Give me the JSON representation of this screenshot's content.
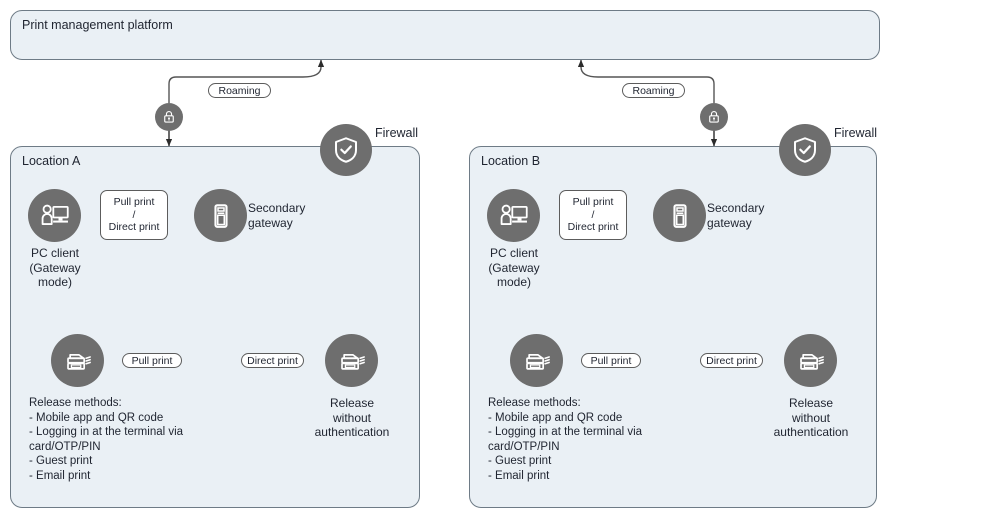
{
  "diagram": {
    "platform": {
      "title": "Print management platform"
    },
    "firewall_label": "Firewall",
    "roaming_label": "Roaming",
    "locations": [
      {
        "id": "a",
        "title": "Location A",
        "pc_client_caption": "PC client\n(Gateway\nmode)",
        "gateway_caption": "Secondary\ngateway",
        "print_mode_box": "Pull print\n/\nDirect print",
        "pull_print_label": "Pull print",
        "direct_print_label": "Direct print",
        "release_methods": "Release methods:\n- Mobile app and QR code\n- Logging in at the terminal via\n  card/OTP/PIN\n- Guest print\n- Email print",
        "no_auth_caption": "Release\nwithout\nauthentication",
        "firewall_label": "Firewall",
        "roaming_label": "Roaming"
      },
      {
        "id": "b",
        "title": "Location B",
        "pc_client_caption": "PC client\n(Gateway\nmode)",
        "gateway_caption": "Secondary\ngateway",
        "print_mode_box": "Pull print\n/\nDirect print",
        "pull_print_label": "Pull print",
        "direct_print_label": "Direct print",
        "release_methods": "Release methods:\n- Mobile app and QR code\n- Logging in at the terminal via\n  card/OTP/PIN\n- Guest print\n- Email print",
        "no_auth_caption": "Release\nwithout\nauthentication",
        "firewall_label": "Firewall",
        "roaming_label": "Roaming"
      }
    ],
    "icons": {
      "lock": "lock-icon",
      "shield": "shield-check-icon",
      "pc_client": "pc-client-icon",
      "gateway": "server-tower-icon",
      "printer": "printer-icon"
    },
    "colors": {
      "panel_fill": "#eaf0f5",
      "panel_border": "#6e7b86",
      "node_fill": "#6e6e6e",
      "wire": "#555555",
      "text": "#1f2430",
      "pill_fill": "#ffffff"
    }
  }
}
